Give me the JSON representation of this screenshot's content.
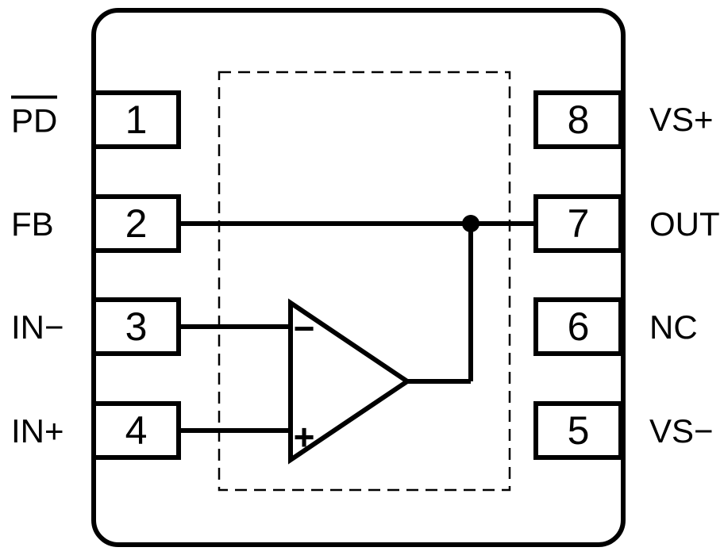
{
  "diagram": {
    "title": "8-pin IC package pinout with internal op amp block",
    "pin_count": 8
  },
  "pins": {
    "left": [
      {
        "number": "1",
        "label": "PD",
        "overline": true
      },
      {
        "number": "2",
        "label": "FB",
        "overline": false
      },
      {
        "number": "3",
        "label": "IN−",
        "overline": false
      },
      {
        "number": "4",
        "label": "IN+",
        "overline": false
      }
    ],
    "right": [
      {
        "number": "8",
        "label": "VS+"
      },
      {
        "number": "7",
        "label": "OUT"
      },
      {
        "number": "6",
        "label": "NC"
      },
      {
        "number": "5",
        "label": "VS−"
      }
    ]
  },
  "opamp": {
    "minus_label": "−",
    "plus_label": "+"
  },
  "connections": [
    {
      "from": "pin 2 (FB)",
      "to": "pin 7 (OUT)",
      "note": "junction dot where op amp output joins"
    },
    {
      "from": "pin 3 (IN−)",
      "to": "op amp inverting input"
    },
    {
      "from": "pin 4 (IN+)",
      "to": "op amp non-inverting input"
    },
    {
      "from": "op amp output",
      "to": "FB–OUT net"
    }
  ],
  "colors": {
    "line": "#000000",
    "background": "#ffffff"
  }
}
